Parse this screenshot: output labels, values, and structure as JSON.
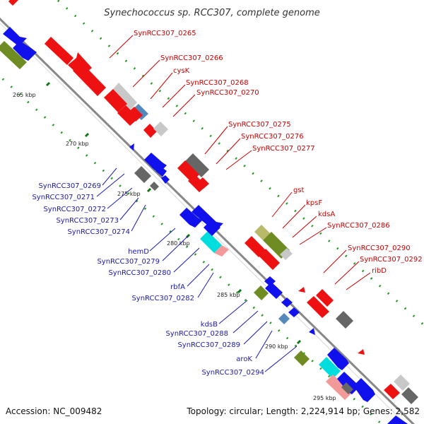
{
  "title": "Synechococcus sp. RCC307, complete genome",
  "footer": {
    "accession": "Accession: NC_009482",
    "topology": "Topology: circular; Length: 2,224,914 bp; Genes: 2,582"
  },
  "colors": {
    "forward_gene": "#ee1111",
    "reverse_gene": "#1111ee",
    "forward_label": "#cc0000",
    "reverse_label": "#1a1aaa",
    "rna_gene": "#00dddd",
    "pseudo_gene": "#f29999",
    "hypothetical_gene": "#c8c8c8",
    "misc_gene_dark": "#666666",
    "misc_gene_olive": "#6e8c22",
    "misc_gene_olive_light": "#b9b96a",
    "misc_gene_steel": "#5588bb",
    "backbone": "#888888",
    "dots": "#229922"
  },
  "ticks": [
    {
      "label": "265 kbp"
    },
    {
      "label": "270 kbp"
    },
    {
      "label": "275 kbp"
    },
    {
      "label": "280 kbp"
    },
    {
      "label": "285 kbp"
    },
    {
      "label": "290 kbp"
    },
    {
      "label": "295 kbp"
    }
  ],
  "forward_labels": [
    {
      "label": "SynRCC307_0265"
    },
    {
      "label": "SynRCC307_0266"
    },
    {
      "label": "cysK"
    },
    {
      "label": "SynRCC307_0268"
    },
    {
      "label": "SynRCC307_0270"
    },
    {
      "label": "SynRCC307_0275"
    },
    {
      "label": "SynRCC307_0276"
    },
    {
      "label": "SynRCC307_0277"
    },
    {
      "label": "gst"
    },
    {
      "label": "kpsF"
    },
    {
      "label": "kdsA"
    },
    {
      "label": "SynRCC307_0286"
    },
    {
      "label": "SynRCC307_0290"
    },
    {
      "label": "SynRCC307_0292"
    },
    {
      "label": "ribD"
    }
  ],
  "reverse_labels": [
    {
      "label": "SynRCC307_0269"
    },
    {
      "label": "SynRCC307_0271"
    },
    {
      "label": "SynRCC307_0272"
    },
    {
      "label": "SynRCC307_0273"
    },
    {
      "label": "SynRCC307_0274"
    },
    {
      "label": "hemD"
    },
    {
      "label": "SynRCC307_0279"
    },
    {
      "label": "SynRCC307_0280"
    },
    {
      "label": "rbfA"
    },
    {
      "label": "SynRCC307_0282"
    },
    {
      "label": "kdsB"
    },
    {
      "label": "SynRCC307_0288"
    },
    {
      "label": "SynRCC307_0289"
    },
    {
      "label": "aroK"
    },
    {
      "label": "SynRCC307_0294"
    }
  ]
}
